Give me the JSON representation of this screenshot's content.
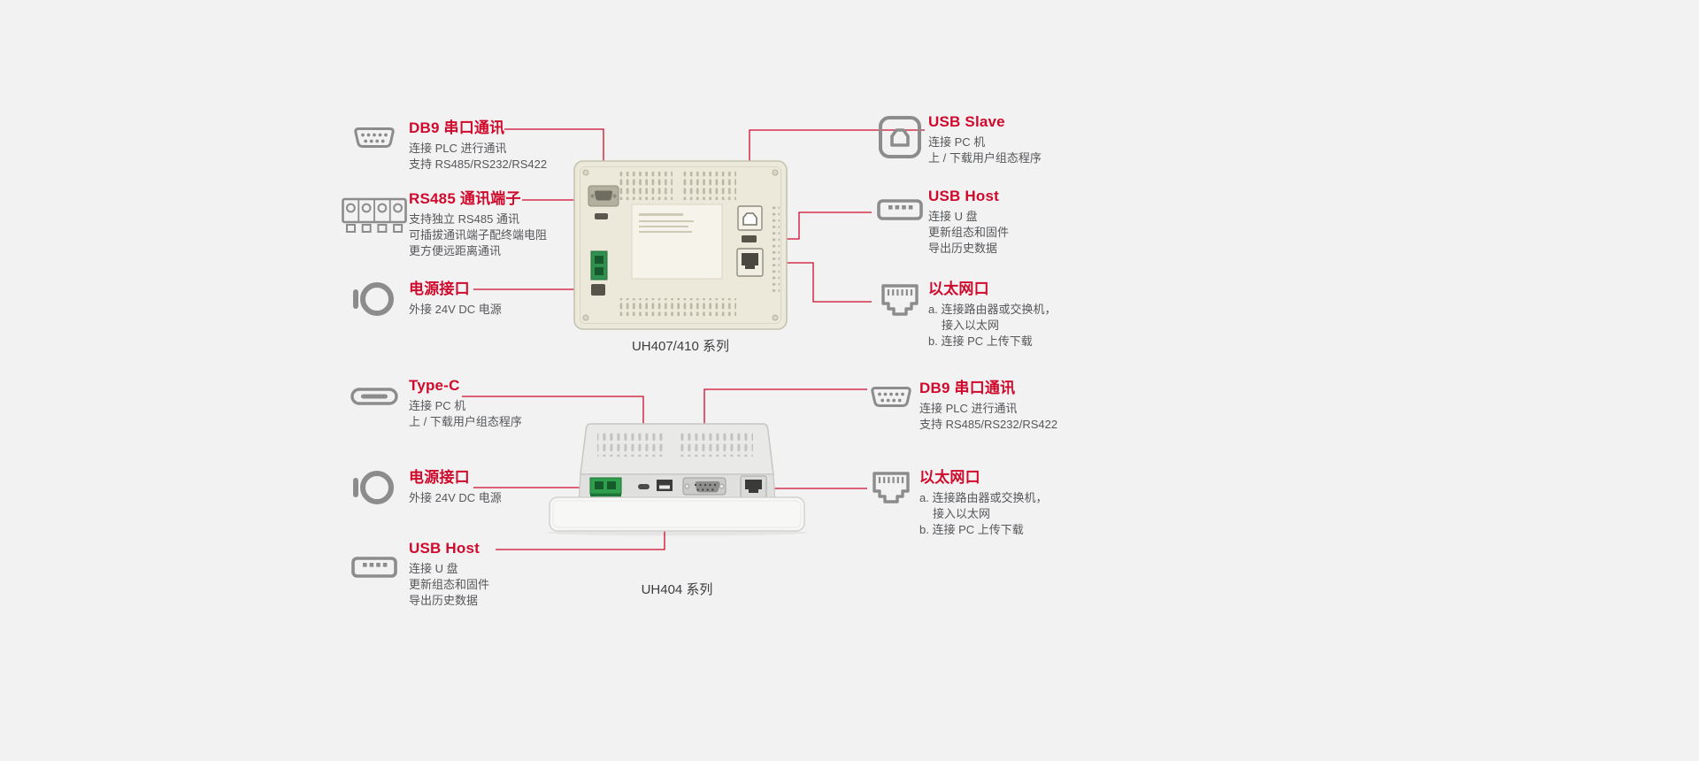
{
  "page": {
    "background": "#f2f2f2",
    "accent_red": "#cf0a2c",
    "icon_gray": "#8c8c8c",
    "text_gray": "#56575a"
  },
  "top_section": {
    "series_label": "UH407/410 系列",
    "left_callouts": [
      {
        "icon": "db9-icon",
        "title": "DB9 串口通讯",
        "lines": [
          "连接 PLC 进行通讯",
          "支持 RS485/RS232/RS422"
        ]
      },
      {
        "icon": "rs485-terminal-icon",
        "title": "RS485 通讯端子",
        "lines": [
          "支持独立 RS485 通讯",
          "可插拔通讯端子配终端电阻",
          "更方便远距离通讯"
        ]
      },
      {
        "icon": "power-icon",
        "title": "电源接口",
        "lines": [
          "外接 24V DC 电源"
        ]
      }
    ],
    "right_callouts": [
      {
        "icon": "usb-slave-icon",
        "title": "USB Slave",
        "lines": [
          "连接 PC 机",
          "上 / 下载用户组态程序"
        ]
      },
      {
        "icon": "usb-host-icon",
        "title": "USB Host",
        "lines": [
          "连接 U 盘",
          "更新组态和固件",
          "导出历史数据"
        ]
      },
      {
        "icon": "ethernet-icon",
        "title": "以太网口",
        "lines": [
          "a. 连接路由器或交换机，",
          "接入以太网",
          "b. 连接 PC 上传下载"
        ]
      }
    ]
  },
  "bottom_section": {
    "series_label": "UH404 系列",
    "left_callouts": [
      {
        "icon": "type-c-icon",
        "title": "Type-C",
        "lines": [
          "连接 PC 机",
          "上 / 下载用户组态程序"
        ]
      },
      {
        "icon": "power-icon",
        "title": "电源接口",
        "lines": [
          "外接 24V DC 电源"
        ]
      },
      {
        "icon": "usb-host-icon",
        "title": "USB Host",
        "lines": [
          "连接 U 盘",
          "更新组态和固件",
          "导出历史数据"
        ]
      }
    ],
    "right_callouts": [
      {
        "icon": "db9-icon",
        "title": "DB9 串口通讯",
        "lines": [
          "连接 PLC 进行通讯",
          "支持 RS485/RS232/RS422"
        ]
      },
      {
        "icon": "ethernet-icon",
        "title": "以太网口",
        "lines": [
          "a. 连接路由器或交换机，",
          "接入以太网",
          "b. 连接 PC 上传下载"
        ]
      }
    ]
  }
}
